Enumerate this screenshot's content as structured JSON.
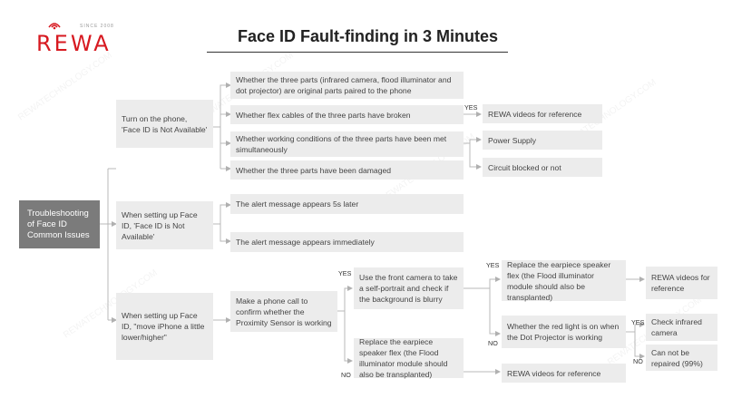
{
  "brand": {
    "name": "REWA",
    "tagline": "SINCE 2008",
    "watermark": "REWATECHNOLOGY.COM"
  },
  "title": "Face ID Fault-finding in 3 Minutes",
  "root": "Troubleshooting of Face ID Common Issues",
  "branches": {
    "b1": "Turn on the phone, 'Face ID is Not Available'",
    "b2": "When setting up Face ID, 'Face ID is Not Available'",
    "b3": "When setting up Face ID, \"move iPhone a little lower/higher\""
  },
  "b1_items": [
    "Whether the three parts (infrared camera, flood illuminator and dot projector) are original parts paired to the phone",
    "Whether flex cables of the three parts have broken",
    "Whether working conditions of the three parts have been met simultaneously",
    "Whether the three parts have been damaged"
  ],
  "b1_results": {
    "rewa_videos": "REWA videos for reference",
    "power_supply": "Power Supply",
    "circuit": "Circuit blocked or not"
  },
  "b2_items": [
    "The alert message appears 5s later",
    "The alert message appears immediately"
  ],
  "b3": {
    "proximity": "Make a phone call to confirm whether the Proximity Sensor is working",
    "front_camera": "Use the front camera to take a self-portrait and check if the background is blurry",
    "replace_flex_top": "Replace the earpiece speaker flex (the Flood illuminator module should also be transplanted)",
    "replace_flex_bottom": "Replace the earpiece speaker flex (the Flood illuminator module should also be transplanted)",
    "red_light": "Whether the red light is on when the Dot Projector is working",
    "rewa_videos_right": "REWA videos for reference",
    "rewa_videos_bottom": "REWA videos for reference",
    "check_infrared": "Check infrared camera",
    "cannot_repair": "Can not be repaired (99%)"
  },
  "labels": {
    "yes": "YES",
    "no": "NO"
  },
  "colors": {
    "brand_red": "#d71920",
    "box_fill": "#ececec",
    "root_fill": "#7b7b7b",
    "line": "#b8b8b8"
  }
}
